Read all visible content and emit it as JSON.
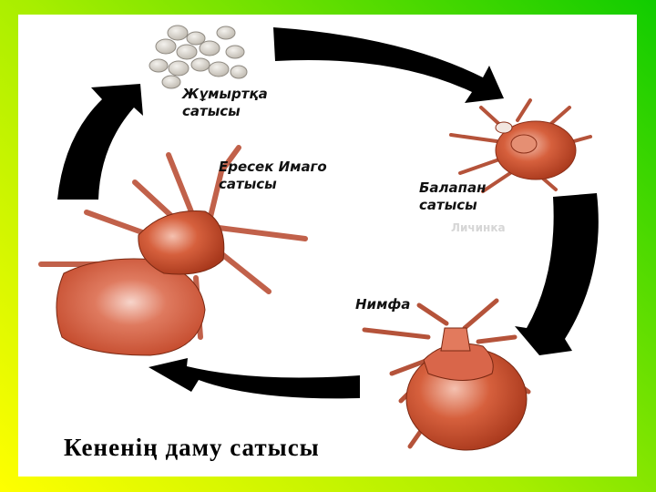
{
  "diagram": {
    "title": "Кененің даму сатысы",
    "type": "life-cycle",
    "stages": [
      {
        "id": "egg",
        "label_line1": "Жұмыртқа",
        "label_line2": "сатысы"
      },
      {
        "id": "larva",
        "label_line1": "Балапан",
        "label_line2": "сатысы"
      },
      {
        "id": "nymph",
        "label_line1": "Нимфа",
        "label_line2": ""
      },
      {
        "id": "adult",
        "label_line1": "Ересек Имаго",
        "label_line2": "сатысы"
      }
    ],
    "faded_text": "Личинка",
    "arrows": [
      "egg-to-larva",
      "larva-to-nymph",
      "nymph-to-adult",
      "adult-to-egg"
    ]
  },
  "colors": {
    "frame_bg": "#ffffff",
    "gradient_top_right": "#10cc00",
    "gradient_bottom_left": "#ffff00",
    "tick_body": "#c9502f",
    "arrow": "#000000",
    "egg": "#d8d4cc"
  }
}
